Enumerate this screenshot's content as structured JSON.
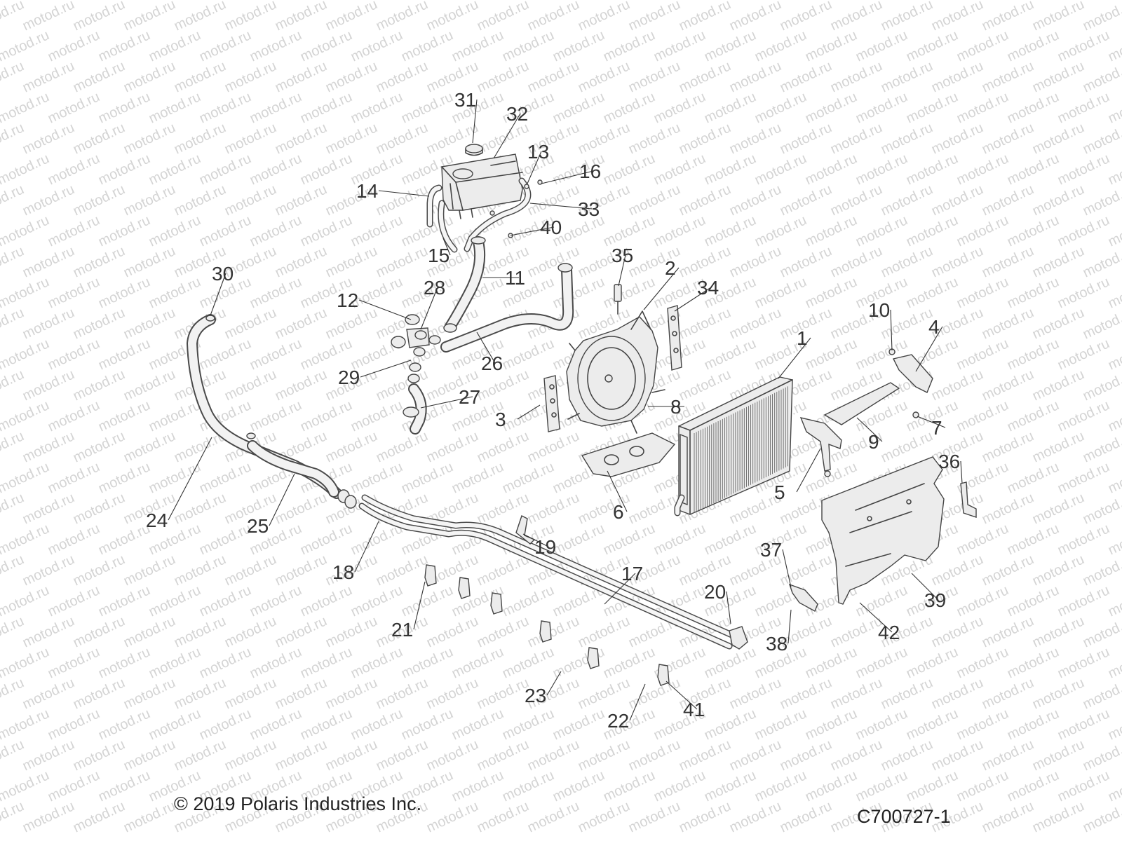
{
  "watermark": "motod.ru",
  "copyright": "© 2019 Polaris Industries Inc.",
  "diagram_code": "C700727-1",
  "callouts": [
    "1",
    "2",
    "3",
    "4",
    "5",
    "6",
    "7",
    "8",
    "9",
    "10",
    "11",
    "12",
    "13",
    "14",
    "15",
    "16",
    "17",
    "18",
    "19",
    "20",
    "21",
    "22",
    "23",
    "24",
    "25",
    "26",
    "27",
    "28",
    "29",
    "30",
    "31",
    "32",
    "33",
    "34",
    "35",
    "36",
    "37",
    "38",
    "39",
    "40",
    "41",
    "42"
  ]
}
